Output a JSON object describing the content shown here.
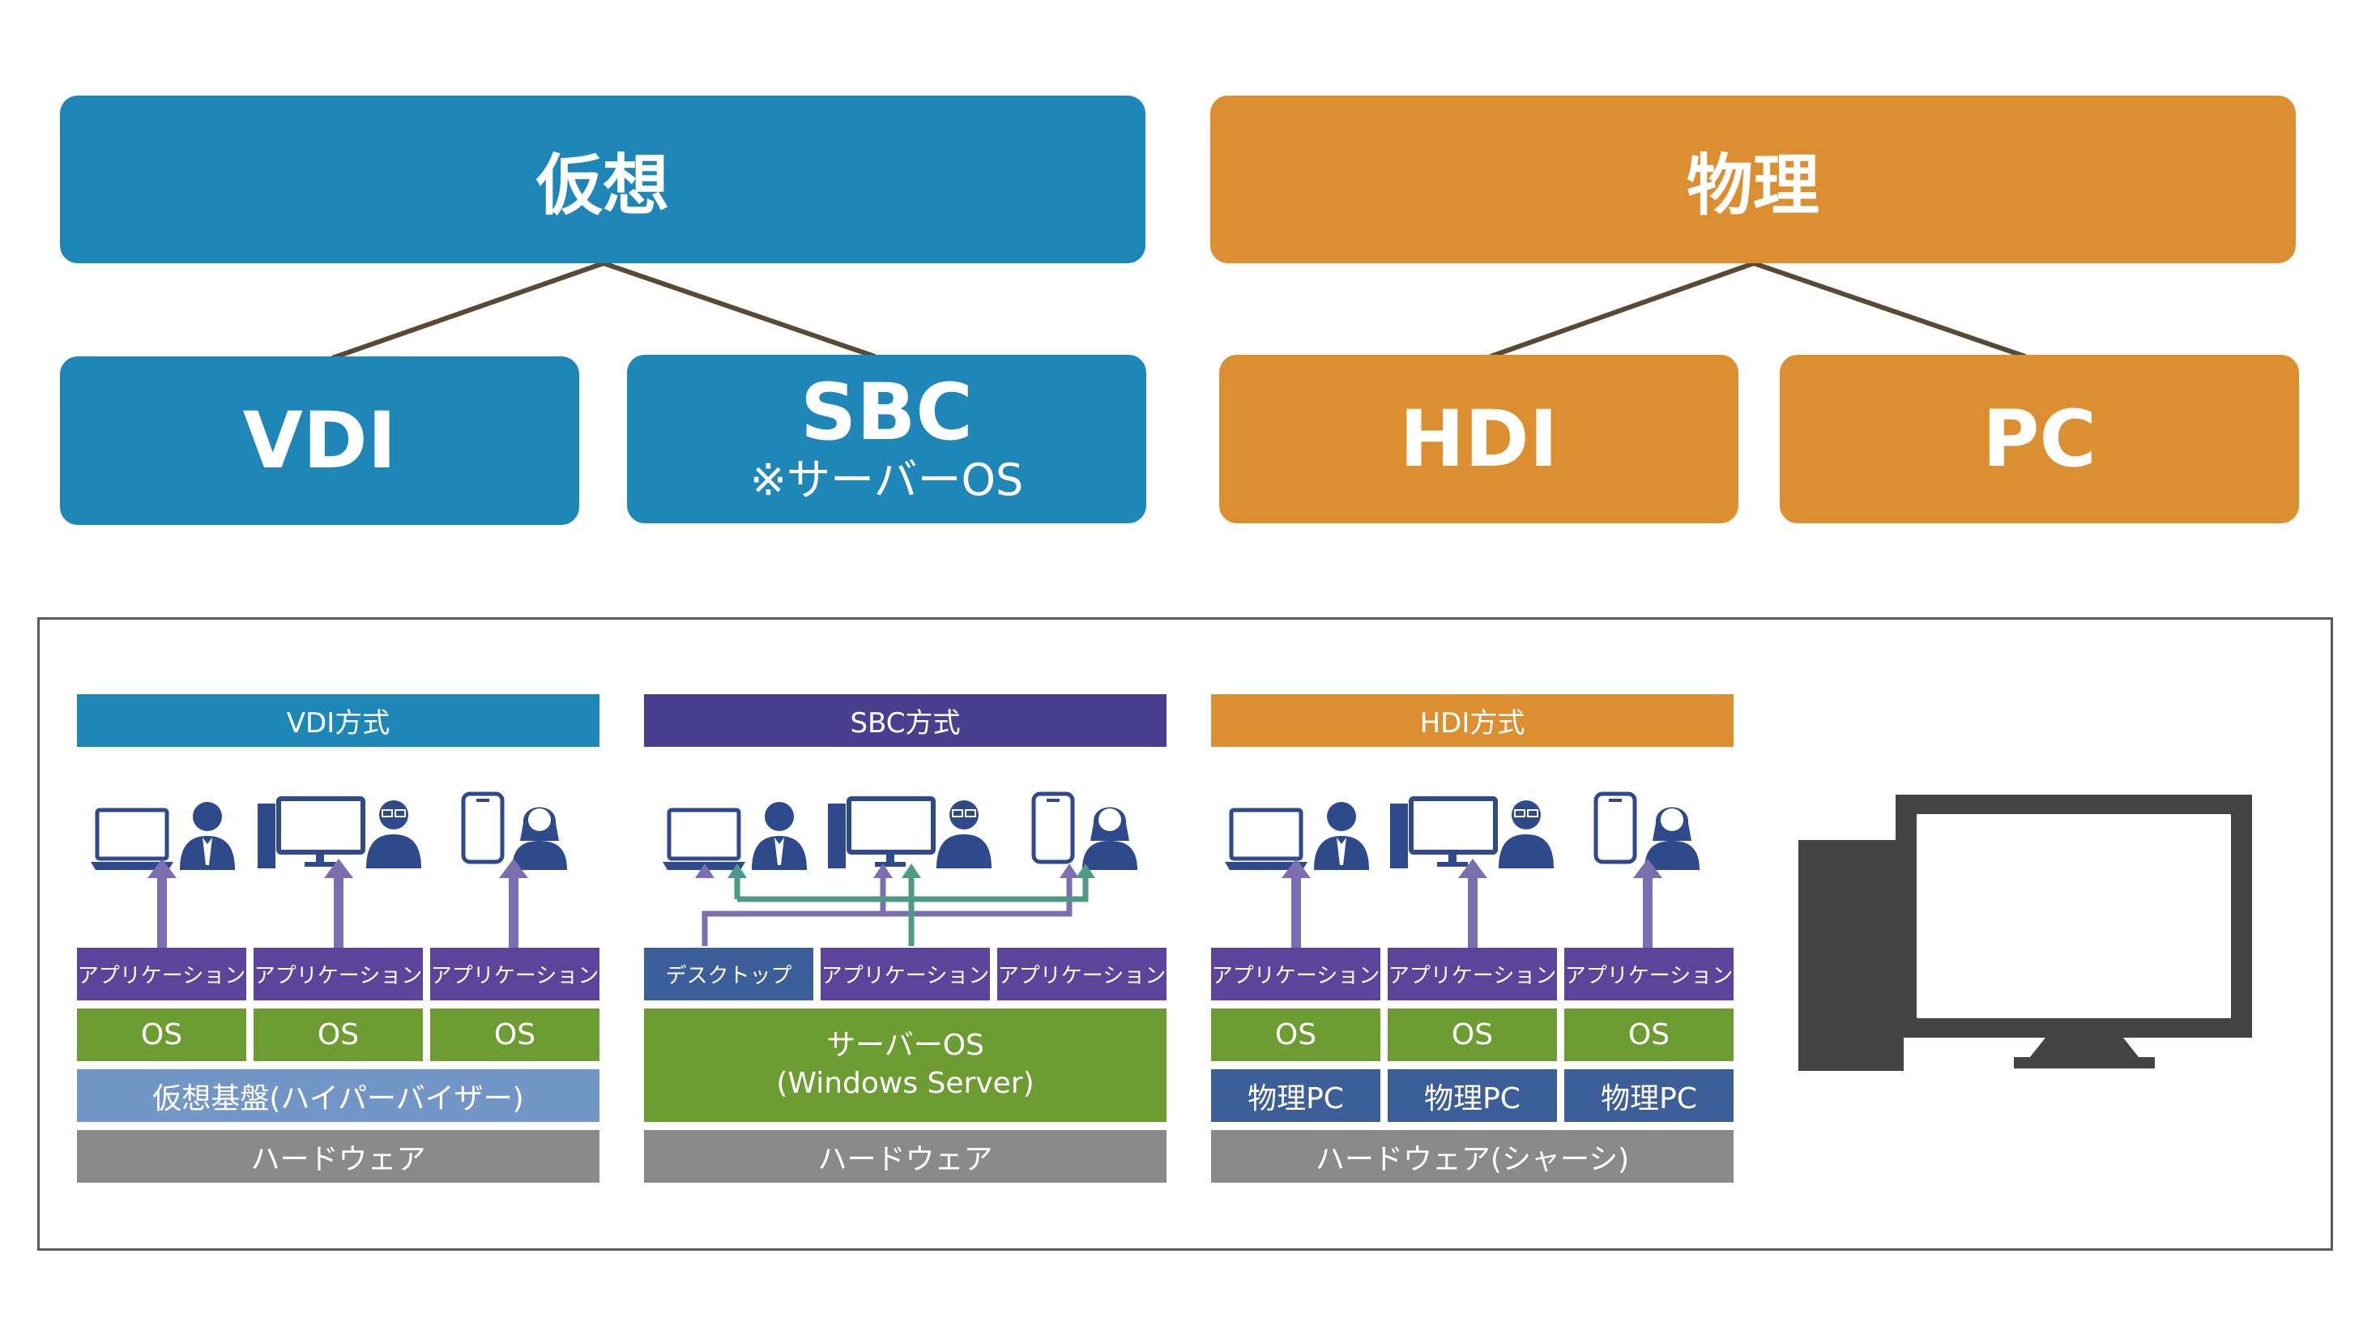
{
  "top": {
    "virtual": {
      "title": "仮想",
      "children": [
        {
          "label": "VDI",
          "note": ""
        },
        {
          "label": "SBC",
          "note": "※サーバーOS"
        }
      ]
    },
    "physical": {
      "title": "物理",
      "children": [
        {
          "label": "HDI",
          "note": ""
        },
        {
          "label": "PC",
          "note": ""
        }
      ]
    }
  },
  "methods": {
    "vdi": {
      "header": "VDI方式",
      "apps": [
        "アプリケーション",
        "アプリケーション",
        "アプリケーション"
      ],
      "os": [
        "OS",
        "OS",
        "OS"
      ],
      "hypervisor": "仮想基盤(ハイパーバイザー)",
      "hardware": "ハードウェア"
    },
    "sbc": {
      "header": "SBC方式",
      "apps": [
        "デスクトップ",
        "アプリケーション",
        "アプリケーション"
      ],
      "server_os": "サーバーOS",
      "server_os_detail": "(Windows Server)",
      "hardware": "ハードウェア"
    },
    "hdi": {
      "header": "HDI方式",
      "apps": [
        "アプリケーション",
        "アプリケーション",
        "アプリケーション"
      ],
      "os": [
        "OS",
        "OS",
        "OS"
      ],
      "pcs": [
        "物理PC",
        "物理PC",
        "物理PC"
      ],
      "hardware": "ハードウェア(シャーシ)"
    }
  },
  "colors": {
    "virtual": "#1f86b8",
    "physical": "#db8f30",
    "sbc_header": "#4a3f8f",
    "app": "#5c449a",
    "os": "#6d9c33",
    "hypervisor": "#7297c6",
    "hardware": "#8a8a8a",
    "physical_pc": "#3c5f9a",
    "arrow_purple": "#7b6fb0",
    "arrow_teal": "#4f9a86",
    "pc_icon": "#444444"
  }
}
